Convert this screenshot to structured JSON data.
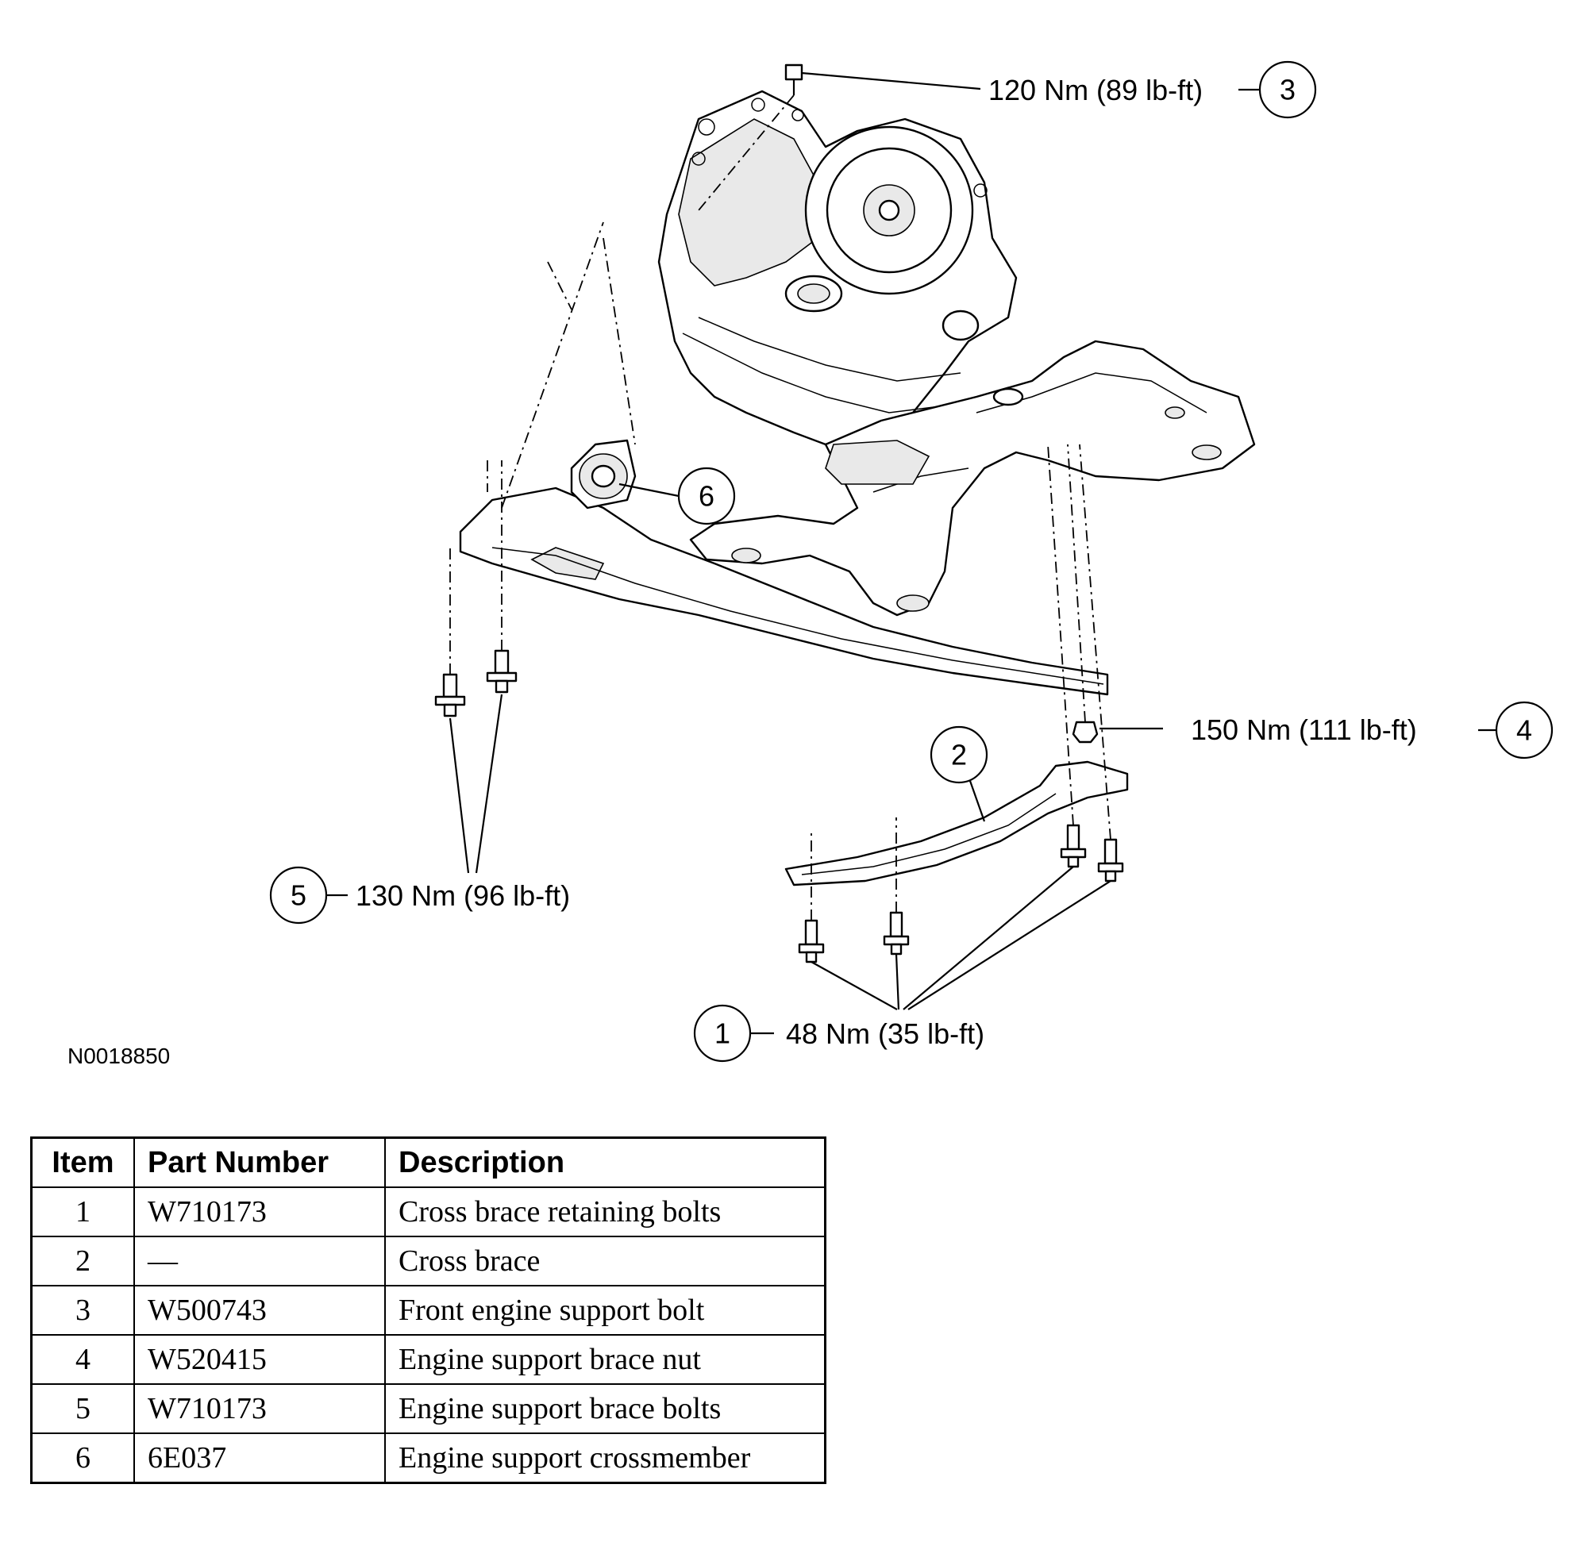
{
  "figure": {
    "id": "N0018850",
    "callouts": [
      {
        "number": "1",
        "torque": "48 Nm (35 lb-ft)"
      },
      {
        "number": "2",
        "torque": ""
      },
      {
        "number": "3",
        "torque": "120 Nm (89 lb-ft)"
      },
      {
        "number": "4",
        "torque": "150 Nm (111 lb-ft)"
      },
      {
        "number": "5",
        "torque": "130 Nm (96 lb-ft)"
      },
      {
        "number": "6",
        "torque": ""
      }
    ]
  },
  "table": {
    "headers": {
      "item": "Item",
      "part_number": "Part Number",
      "description": "Description"
    },
    "rows": [
      {
        "item": "1",
        "part_number": "W710173",
        "description": "Cross brace retaining bolts"
      },
      {
        "item": "2",
        "part_number": "—",
        "description": "Cross brace"
      },
      {
        "item": "3",
        "part_number": "W500743",
        "description": "Front engine support bolt"
      },
      {
        "item": "4",
        "part_number": "W520415",
        "description": "Engine support brace nut"
      },
      {
        "item": "5",
        "part_number": "W710173",
        "description": "Engine support brace bolts"
      },
      {
        "item": "6",
        "part_number": "6E037",
        "description": "Engine support crossmember"
      }
    ]
  }
}
